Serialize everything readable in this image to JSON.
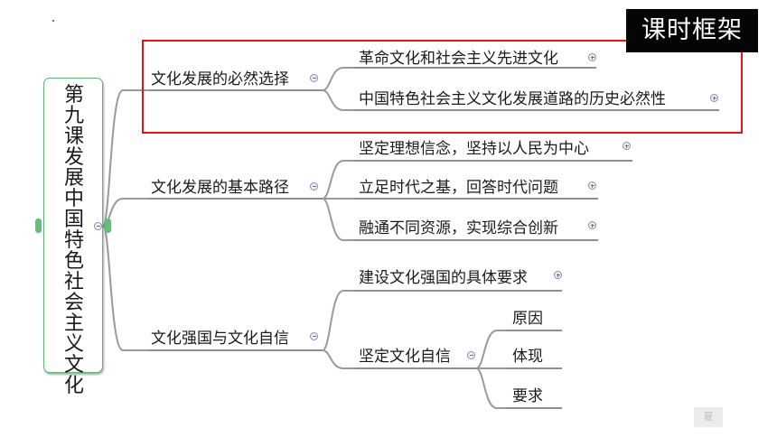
{
  "root": {
    "title_col1": "第九课",
    "title_col2": "发展中国特色社会主义文化"
  },
  "tag": "课时框架",
  "branches": [
    {
      "label": "文化发展的必然选择",
      "children": [
        {
          "label": "革命文化和社会主义先进文化",
          "state": "collapsed"
        },
        {
          "label": "中国特色社会主义文化发展道路的历史必然性",
          "state": "collapsed"
        }
      ]
    },
    {
      "label": "文化发展的基本路径",
      "children": [
        {
          "label": "坚定理想信念，坚持以人民为中心",
          "state": "collapsed"
        },
        {
          "label": "立足时代之基，回答时代问题",
          "state": "collapsed"
        },
        {
          "label": "融通不同资源，实现综合创新",
          "state": "collapsed"
        }
      ]
    },
    {
      "label": "文化强国与文化自信",
      "children": [
        {
          "label": "建设文化强国的具体要求",
          "state": "collapsed"
        },
        {
          "label": "坚定文化自信",
          "state": "expanded",
          "children": [
            {
              "label": "原因"
            },
            {
              "label": "体现"
            },
            {
              "label": "要求"
            }
          ]
        }
      ]
    }
  ],
  "corner_mark": "夏",
  "colors": {
    "highlight": "#e8121a",
    "root_border": "#5cb874",
    "connector": "#9a9a9a",
    "tag_bg": "#050505"
  }
}
